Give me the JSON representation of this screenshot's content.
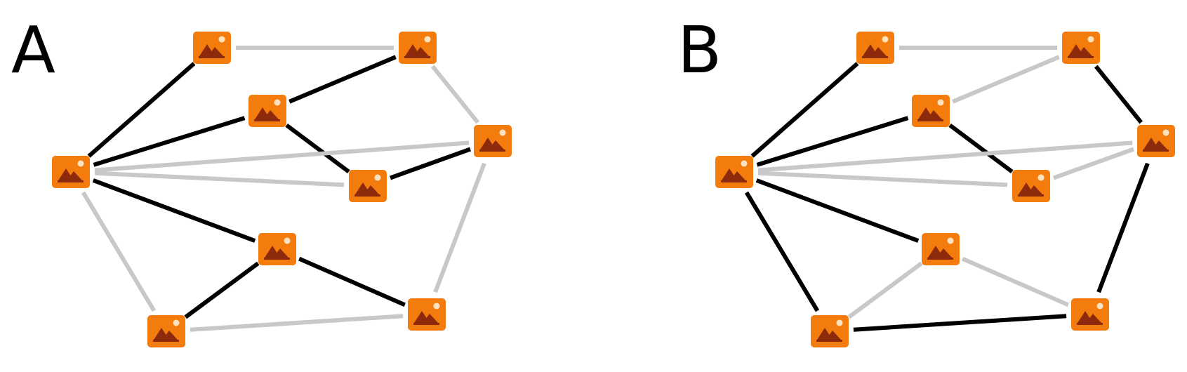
{
  "panels": [
    {
      "label": "A",
      "nodes": [
        "n1",
        "n2",
        "n3",
        "n4",
        "n5",
        "n6",
        "n7",
        "n8",
        "n9"
      ],
      "edges": [
        {
          "from": "n1",
          "to": "n2",
          "state": "inactive"
        },
        {
          "from": "n3",
          "to": "n1",
          "state": "active"
        },
        {
          "from": "n4",
          "to": "n2",
          "state": "active"
        },
        {
          "from": "n2",
          "to": "n5",
          "state": "inactive"
        },
        {
          "from": "n3",
          "to": "n4",
          "state": "active"
        },
        {
          "from": "n4",
          "to": "n6",
          "state": "active"
        },
        {
          "from": "n3",
          "to": "n5",
          "state": "inactive"
        },
        {
          "from": "n3",
          "to": "n6",
          "state": "inactive"
        },
        {
          "from": "n6",
          "to": "n5",
          "state": "active"
        },
        {
          "from": "n3",
          "to": "n7",
          "state": "active"
        },
        {
          "from": "n3",
          "to": "n8",
          "state": "inactive"
        },
        {
          "from": "n7",
          "to": "n8",
          "state": "active"
        },
        {
          "from": "n7",
          "to": "n9",
          "state": "active"
        },
        {
          "from": "n8",
          "to": "n9",
          "state": "inactive"
        },
        {
          "from": "n5",
          "to": "n9",
          "state": "inactive"
        }
      ]
    },
    {
      "label": "B",
      "nodes": [
        "n1",
        "n2",
        "n3",
        "n4",
        "n5",
        "n6",
        "n7",
        "n8",
        "n9"
      ],
      "edges": [
        {
          "from": "n1",
          "to": "n2",
          "state": "inactive"
        },
        {
          "from": "n3",
          "to": "n1",
          "state": "active"
        },
        {
          "from": "n4",
          "to": "n2",
          "state": "inactive"
        },
        {
          "from": "n2",
          "to": "n5",
          "state": "active"
        },
        {
          "from": "n3",
          "to": "n4",
          "state": "active"
        },
        {
          "from": "n4",
          "to": "n6",
          "state": "active"
        },
        {
          "from": "n3",
          "to": "n5",
          "state": "inactive"
        },
        {
          "from": "n3",
          "to": "n6",
          "state": "inactive"
        },
        {
          "from": "n6",
          "to": "n5",
          "state": "inactive"
        },
        {
          "from": "n3",
          "to": "n7",
          "state": "active"
        },
        {
          "from": "n3",
          "to": "n8",
          "state": "active"
        },
        {
          "from": "n7",
          "to": "n8",
          "state": "inactive"
        },
        {
          "from": "n7",
          "to": "n9",
          "state": "inactive"
        },
        {
          "from": "n8",
          "to": "n9",
          "state": "active"
        },
        {
          "from": "n5",
          "to": "n9",
          "state": "active"
        }
      ]
    }
  ],
  "colors": {
    "active_edge": "#000000",
    "inactive_edge": "#c8c8c8",
    "node_fill": "#f47c0c",
    "node_mountain": "#8e2a0c",
    "node_sun": "#fde3c2"
  },
  "node_icon": "image-icon"
}
